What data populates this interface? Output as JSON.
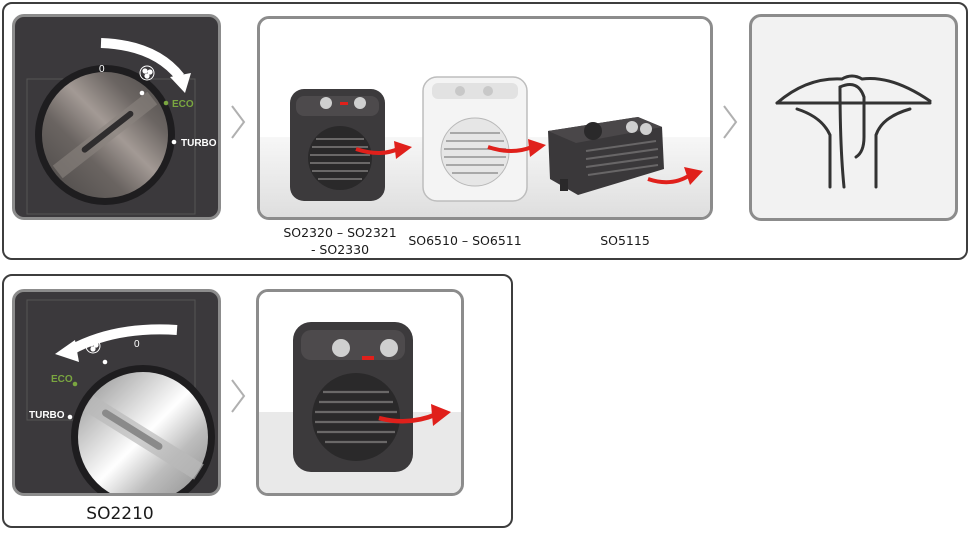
{
  "dial_top": {
    "zero": "0",
    "eco": "ECO",
    "turbo": "TURBO"
  },
  "dial_bottom": {
    "zero": "0",
    "eco": "ECO",
    "turbo": "TURBO"
  },
  "captions": {
    "group1_line1": "SO2320 – SO2321",
    "group1_line2": "- SO2330",
    "group2": "SO6510 – SO6511",
    "group3": "SO5115",
    "bottom": "SO2210"
  },
  "colors": {
    "eco_green": "#7aa640",
    "arrow_red": "#e0201b",
    "panel_border": "#8c8c8c",
    "dial_bg": "#3b393c"
  }
}
